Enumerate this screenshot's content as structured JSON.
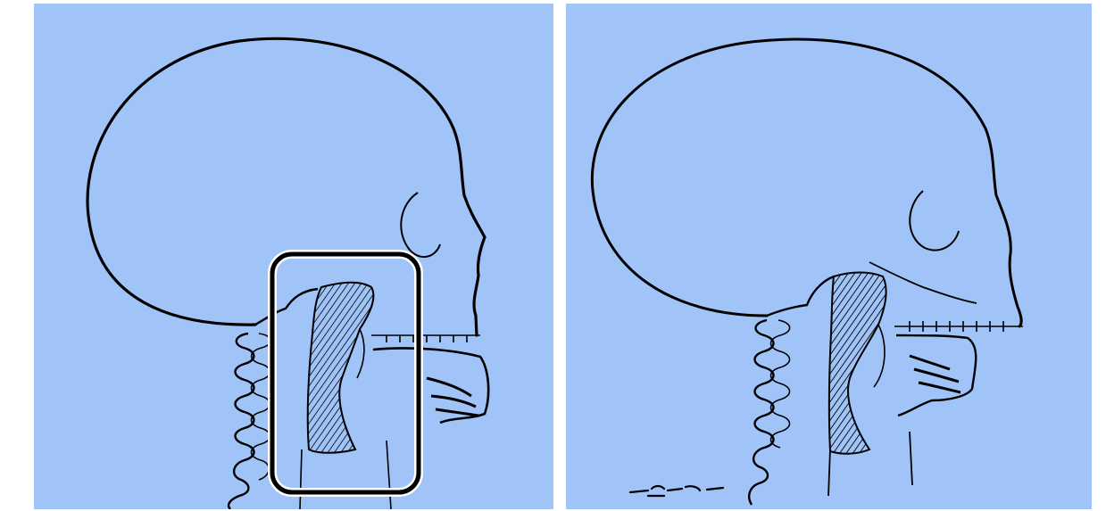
{
  "figure": {
    "panels": [
      {
        "id": "left",
        "highlight": true
      },
      {
        "id": "right",
        "highlight": false
      }
    ],
    "colors": {
      "background": "#a0c3f8",
      "ink": "#000000",
      "highlight_border": "#000000",
      "highlight_halo": "#ffffff"
    },
    "icons": [
      "skull-lateral-illustration",
      "cervical-spine-illustration",
      "pharynx-hatched-region"
    ]
  }
}
